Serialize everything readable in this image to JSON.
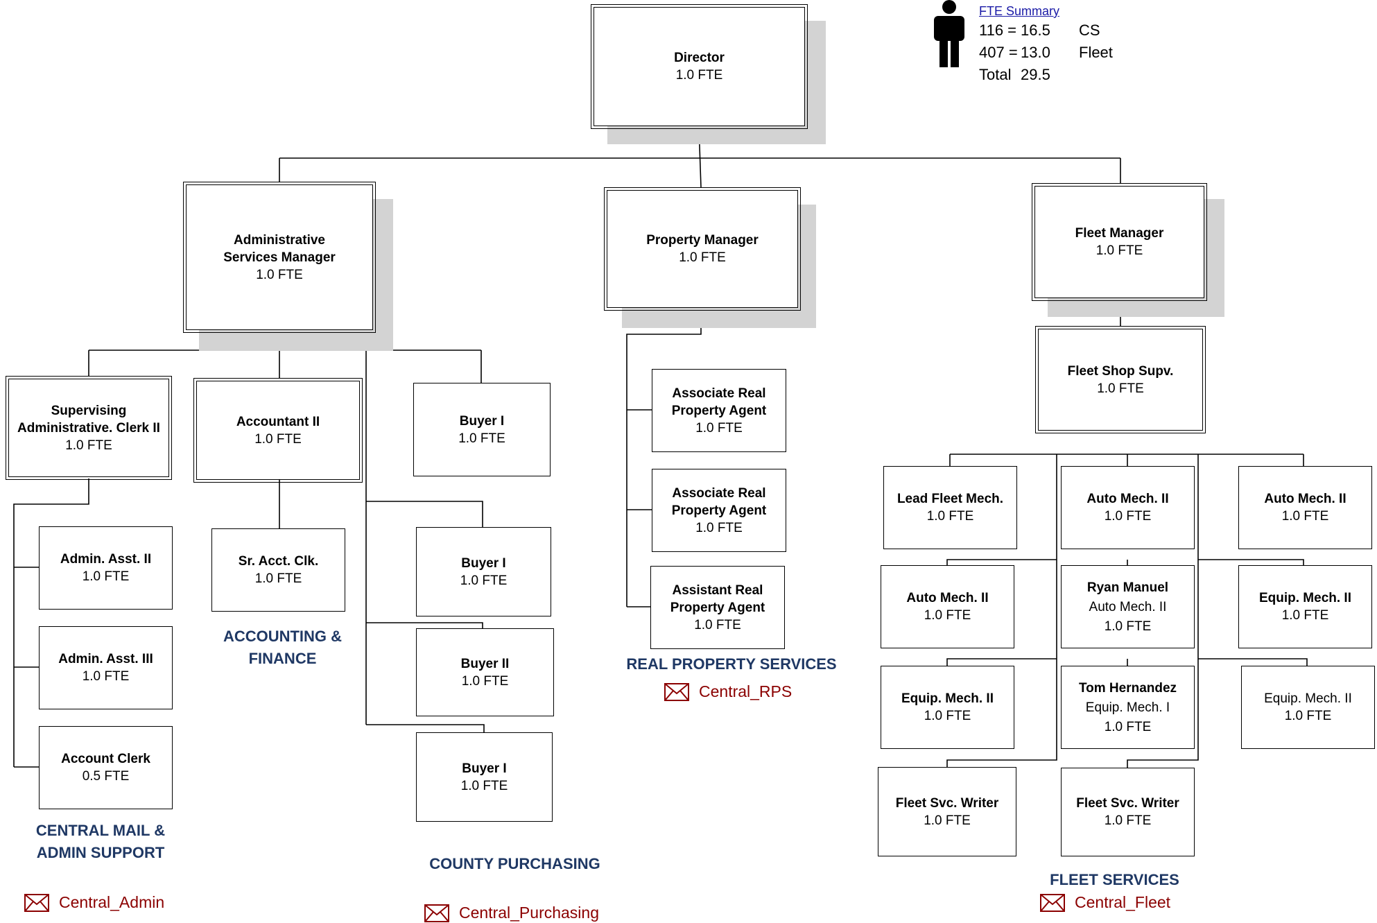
{
  "fte_summary": {
    "header": "FTE Summary",
    "rows": [
      {
        "code": "116 =",
        "value": "16.5",
        "label": "CS"
      },
      {
        "code": "407 =",
        "value": "13.0",
        "label": "Fleet"
      },
      {
        "code": "Total",
        "value": "29.5",
        "label": ""
      }
    ]
  },
  "positions": {
    "director": {
      "title": "Director",
      "fte": "1.0  FTE"
    },
    "admin_services_manager": {
      "title": "Administrative Services Manager",
      "fte": "1.0  FTE"
    },
    "property_manager": {
      "title": "Property Manager",
      "fte": "1.0  FTE"
    },
    "fleet_manager": {
      "title": "Fleet Manager",
      "fte": "1.0 FTE"
    },
    "supervising_admin_clerk": {
      "title": "Supervising Administrative. Clerk II",
      "fte": "1.0 FTE"
    },
    "accountant_ii": {
      "title": "Accountant II",
      "fte": "1.0 FTE"
    },
    "buyer_i_top": {
      "title": "Buyer I",
      "fte": "1.0 FTE"
    },
    "admin_asst_ii": {
      "title": "Admin. Asst. II",
      "fte": "1.0 FTE"
    },
    "admin_asst_iii": {
      "title": "Admin. Asst. III",
      "fte": "1.0 FTE"
    },
    "account_clerk": {
      "title": "Account Clerk",
      "fte": "0.5 FTE"
    },
    "sr_acct_clk": {
      "title": "Sr. Acct. Clk.",
      "fte": "1.0 FTE"
    },
    "buyer_i_2": {
      "title": "Buyer I",
      "fte": "1.0 FTE"
    },
    "buyer_ii": {
      "title": "Buyer II",
      "fte": "1.0 FTE"
    },
    "buyer_i_3": {
      "title": "Buyer I",
      "fte": "1.0 FTE"
    },
    "assoc_real_prop_1": {
      "title": "Associate Real Property Agent",
      "fte": "1.0 FTE"
    },
    "assoc_real_prop_2": {
      "title": "Associate Real Property Agent",
      "fte": "1.0 FTE"
    },
    "asst_real_prop": {
      "title": "Assistant Real Property Agent",
      "fte": "1.0 FTE"
    },
    "fleet_shop_supv": {
      "title": "Fleet Shop Supv.",
      "fte": "1.0 FTE"
    },
    "lead_fleet_mech": {
      "title": "Lead Fleet Mech.",
      "fte": "1.0 FTE"
    },
    "auto_mech_ii_a": {
      "title": "Auto Mech. II",
      "fte": "1.0 FTE"
    },
    "auto_mech_ii_b": {
      "title": "Auto Mech. II",
      "fte": "1.0 FTE"
    },
    "auto_mech_ii_c": {
      "title": "Auto Mech. II",
      "fte": "1.0 FTE"
    },
    "ryan_manuel": {
      "title": "Ryan Manuel",
      "sub": "Auto Mech. II",
      "fte": "1.0 FTE"
    },
    "equip_mech_ii_a": {
      "title": "Equip. Mech. II",
      "fte": "1.0 FTE"
    },
    "equip_mech_ii_b": {
      "title": "Equip. Mech. II",
      "fte": "1.0 FTE"
    },
    "tom_hernandez": {
      "title": "Tom Hernandez",
      "sub": "Equip. Mech. I",
      "fte": "1.0 FTE"
    },
    "equip_mech_ii_c": {
      "title": "Equip. Mech. II",
      "fte": "1.0 FTE"
    },
    "fleet_svc_writer_1": {
      "title": "Fleet Svc. Writer",
      "fte": "1.0 FTE"
    },
    "fleet_svc_writer_2": {
      "title": "Fleet Svc. Writer",
      "fte": "1.0 FTE"
    }
  },
  "sections": {
    "central_mail": "CENTRAL MAIL & ADMIN SUPPORT",
    "accounting": "ACCOUNTING & FINANCE",
    "purchasing": "COUNTY PURCHASING",
    "real_property": "REAL PROPERTY SERVICES",
    "fleet": "FLEET SERVICES"
  },
  "mail_links": {
    "admin": "Central_Admin",
    "purchasing": "Central_Purchasing",
    "rps": "Central_RPS",
    "fleet": "Central_Fleet"
  }
}
